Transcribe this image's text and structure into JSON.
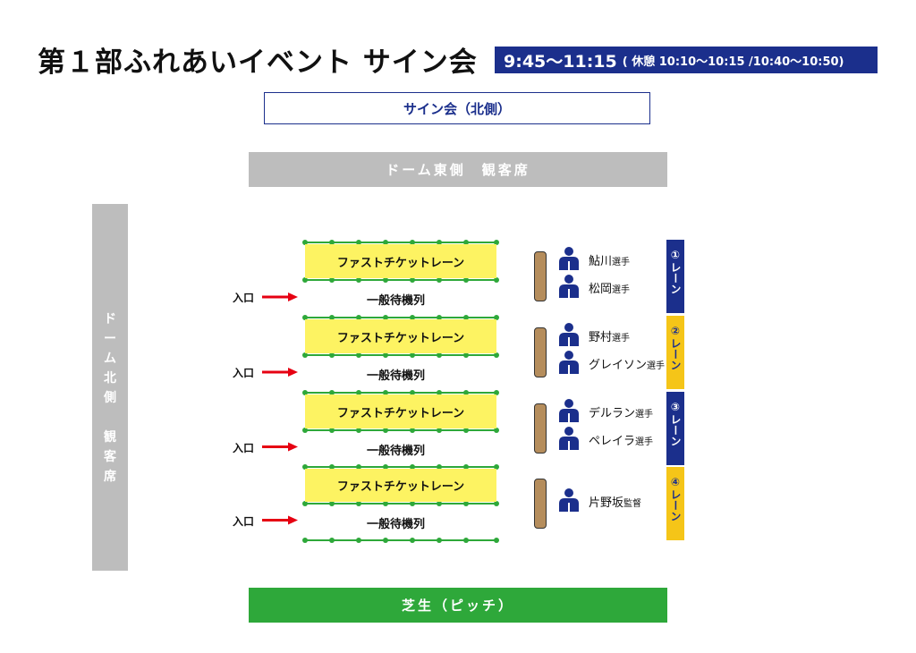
{
  "title": "第１部ふれあいイベント サイン会",
  "time": {
    "main": "9:45〜11:15",
    "break": "( 休憩 10:10〜10:15 /10:40〜10:50)"
  },
  "sign_area_label": "サイン会（北側）",
  "east_stand_label": "ドーム東側　観客席",
  "north_stand_label": [
    "ド",
    "ー",
    "ム",
    "北",
    "側",
    "",
    "観",
    "客",
    "席"
  ],
  "pitch_label": "芝生（ピッチ）",
  "lane_rows": [
    {
      "fast_lane": "ファストチケットレーン",
      "general": "一般待機列",
      "entrance": "入口"
    },
    {
      "fast_lane": "ファストチケットレーン",
      "general": "一般待機列",
      "entrance": "入口"
    },
    {
      "fast_lane": "ファストチケットレーン",
      "general": "一般待機列",
      "entrance": "入口"
    },
    {
      "fast_lane": "ファストチケットレーン",
      "general": "一般待機列",
      "entrance": "入口"
    }
  ],
  "lanes": [
    {
      "number": "①",
      "label": "レーン",
      "color": "#1b2f8c",
      "text_color": "#ffffff",
      "people": [
        {
          "name": "鮎川",
          "suffix": "選手"
        },
        {
          "name": "松岡",
          "suffix": "選手"
        }
      ]
    },
    {
      "number": "②",
      "label": "レーン",
      "color": "#f5c518",
      "text_color": "#1b2f8c",
      "people": [
        {
          "name": "野村",
          "suffix": "選手"
        },
        {
          "name": "グレイソン",
          "suffix": "選手"
        }
      ]
    },
    {
      "number": "③",
      "label": "レーン",
      "color": "#1b2f8c",
      "text_color": "#ffffff",
      "people": [
        {
          "name": "デルラン",
          "suffix": "選手"
        },
        {
          "name": "ペレイラ",
          "suffix": "選手"
        }
      ]
    },
    {
      "number": "④",
      "label": "レーン",
      "color": "#f5c518",
      "text_color": "#1b2f8c",
      "people": [
        {
          "name": "片野坂",
          "suffix": "監督"
        }
      ]
    }
  ],
  "colors": {
    "navy": "#1b2f8c",
    "yellow_lane": "#fdf362",
    "rope_green": "#2ea83a",
    "arrow_red": "#e60012",
    "stand_gray": "#bdbdbd",
    "table_brown": "#b58d5c"
  },
  "icons": {
    "person": "person-icon",
    "arrow": "arrow-right-icon"
  }
}
